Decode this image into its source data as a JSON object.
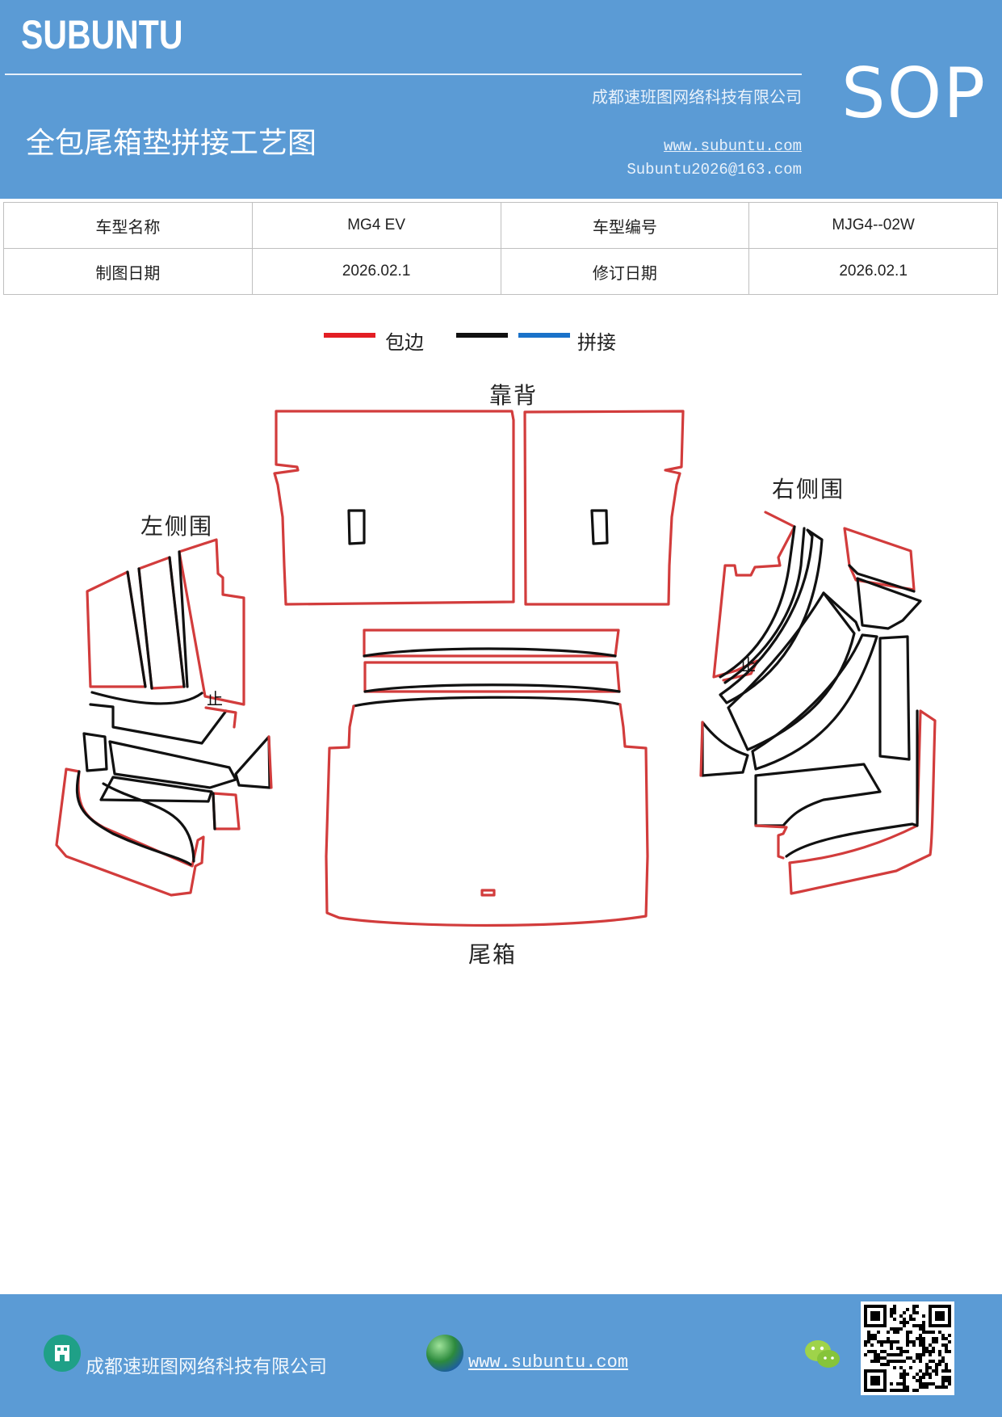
{
  "header": {
    "brand": "SUBUNTU",
    "badge": "SOP",
    "company": "成都速班图网络科技有限公司",
    "title": "全包尾箱垫拼接工艺图",
    "website": "www.subuntu.com",
    "email": "Subuntu2026@163.com"
  },
  "info_table": {
    "model_name_label": "车型名称",
    "model_name_value": "MG4 EV",
    "model_code_label": "车型编号",
    "model_code_value": "MJG4--02W",
    "draw_date_label": "制图日期",
    "draw_date_value": "2026.02.1",
    "revise_date_label": "修订日期",
    "revise_date_value": "2026.02.1"
  },
  "legend": {
    "items": [
      {
        "label": "包边",
        "color": "#e31e24"
      },
      {
        "label": "",
        "color": "#111111"
      },
      {
        "label": "拼接",
        "color": "#1a72c9"
      }
    ]
  },
  "diagram": {
    "backrest_label": "靠背",
    "left_side_label": "左侧围",
    "right_side_label": "右侧围",
    "trunk_label": "尾箱",
    "stop_mark": "止",
    "edge_color": "#d23c3c",
    "seam_color": "#111111"
  },
  "footer": {
    "company": "成都速班图网络科技有限公司",
    "website": "www.subuntu.com",
    "icons": [
      "building-icon",
      "globe-icon",
      "wechat-icon",
      "qr-code"
    ]
  }
}
